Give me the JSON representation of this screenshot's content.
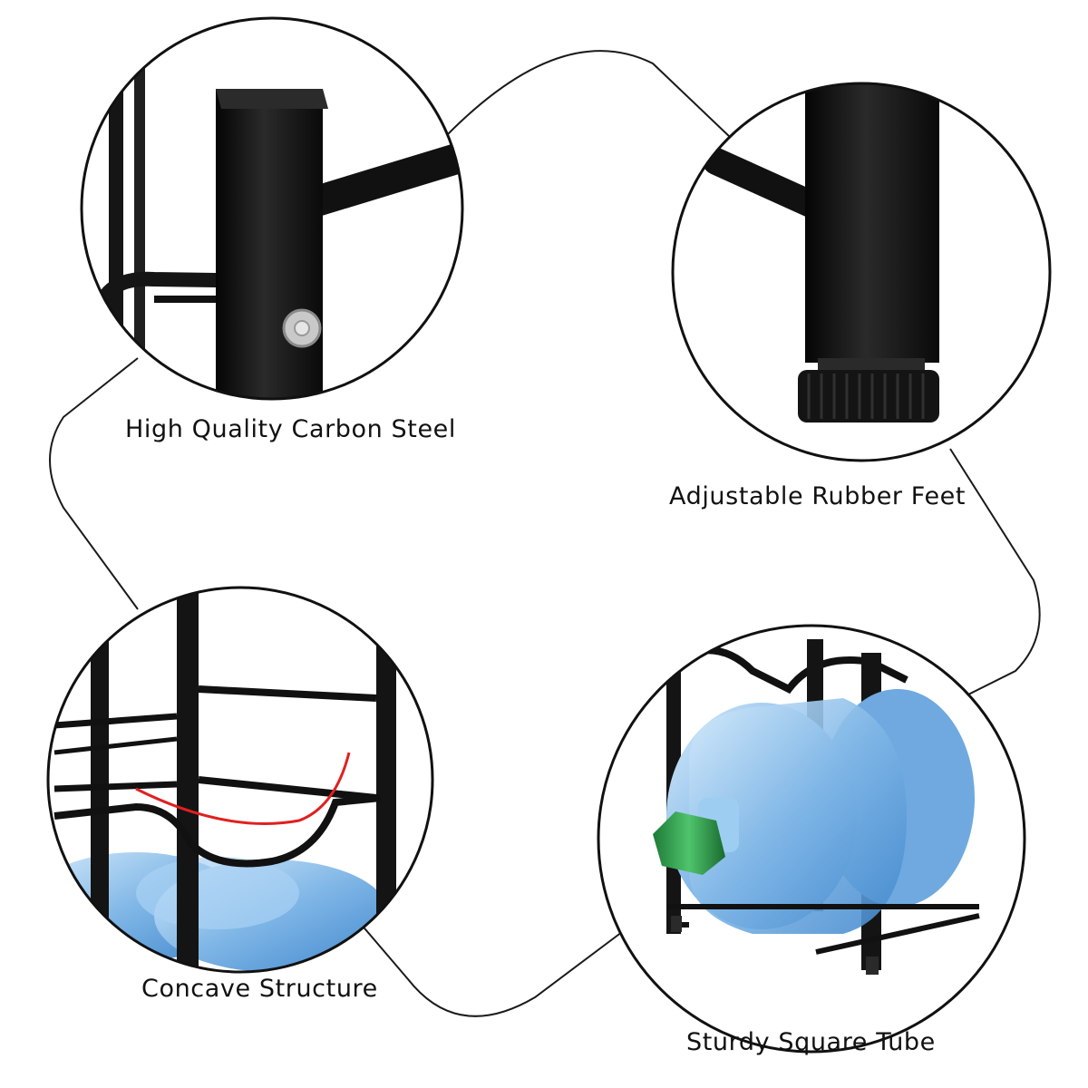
{
  "features": [
    {
      "id": "steel",
      "label": "High Quality Carbon Steel",
      "icon": "carbon-steel-frame-closeup"
    },
    {
      "id": "feet",
      "label": "Adjustable Rubber Feet",
      "icon": "rubber-foot-closeup"
    },
    {
      "id": "concave",
      "label": "Concave Structure",
      "icon": "concave-rack-closeup"
    },
    {
      "id": "tube",
      "label": "Sturdy Square Tube",
      "icon": "square-tube-rack-closeup"
    }
  ],
  "colors": {
    "background": "#ffffff",
    "frame": "#111111",
    "connector": "#1a1a1a",
    "bottle": "#8fbfe8",
    "cap": "#2e9a4e",
    "curve": "#e02020"
  }
}
